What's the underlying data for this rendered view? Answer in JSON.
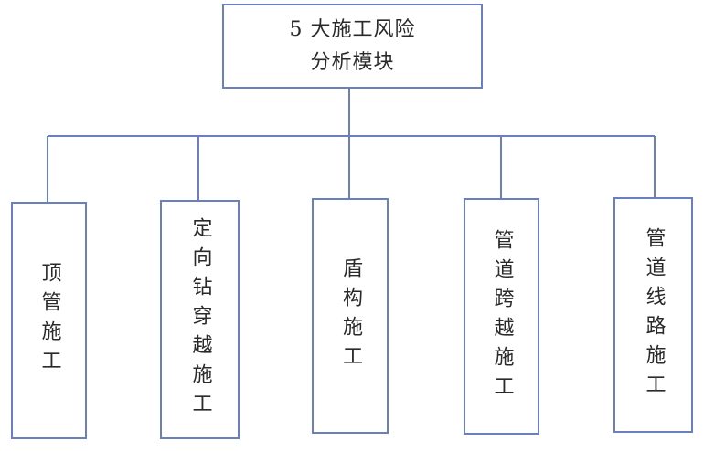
{
  "diagram": {
    "root": {
      "line1": "5 大施工风险",
      "line2": "分析模块"
    },
    "children": [
      {
        "label": "顶管施工"
      },
      {
        "label": "定向钻穿越施工"
      },
      {
        "label": "盾构施工"
      },
      {
        "label": "管道跨越施工"
      },
      {
        "label": "管道线路施工"
      }
    ],
    "colors": {
      "border": "#6a7fc0",
      "line": "#6a7fc0",
      "text": "#2a2a2a",
      "background": "#ffffff"
    }
  }
}
